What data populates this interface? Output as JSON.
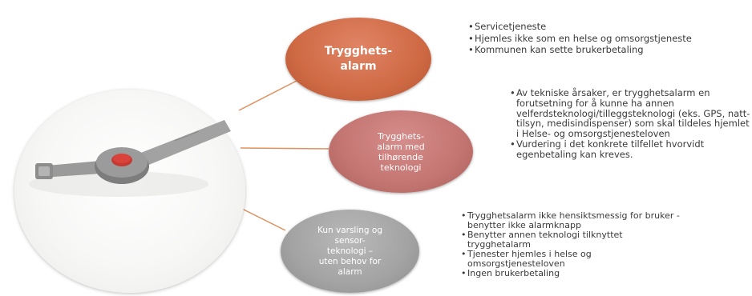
{
  "bubbles": [
    {
      "label": "Trygghets-\nalarm",
      "color": "#cf6a45"
    },
    {
      "label": "Trygghets-\nalarm med\ntilhørende\nteknologi",
      "color": "#c37571"
    },
    {
      "label": "Kun varsling og\nsensor-\nteknologi –\nuten behov for\nalarm",
      "color": "#a3a3a3"
    }
  ],
  "lists": [
    {
      "items": [
        "Servicetjeneste",
        "Hjemles ikke  som en helse og omsorgstjeneste",
        "Kommunen kan sette brukerbetaling"
      ]
    },
    {
      "items": [
        "Av tekniske årsaker, er trygghetsalarm en forutsetning for å kunne ha annen velferdsteknologi/tilleggsteknologi (eks. GPS, natt-tilsyn, medisindispenser) som skal tildeles hjemlet i Helse- og omsorgstjenesteloven",
        "Vurdering i det konkrete tilfellet hvorvidt egenbetaling kan kreves."
      ]
    },
    {
      "items": [
        "Trygghetsalarm ikke hensiktsmessig for bruker - benytter ikke alarmknapp",
        "Benytter  annen teknologi tilknyttet trygghetalarm",
        "Tjenester hjemles i helse og omsorgstjenesteloven",
        "Ingen brukerbetaling"
      ]
    }
  ],
  "device": {
    "icon": "alarm-wristband-icon",
    "button_color": "#d9433b"
  },
  "connector_color": "#e0905e"
}
